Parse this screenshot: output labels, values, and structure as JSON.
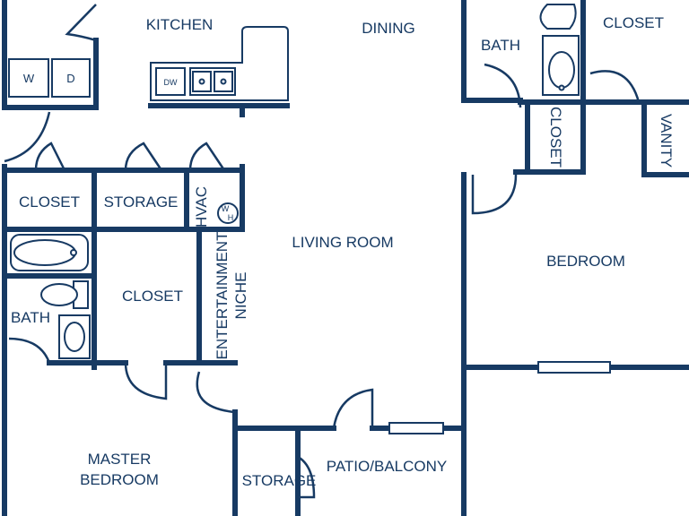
{
  "rooms": {
    "kitchen": "KITCHEN",
    "dining": "DINING",
    "bath_top": "BATH",
    "closet_top": "CLOSET",
    "closet_vertical": "CLOSET",
    "vanity": "VANITY",
    "closet_left": "CLOSET",
    "storage_left": "STORAGE",
    "hvac": "HVAC",
    "living_room": "LIVING ROOM",
    "bedroom": "BEDROOM",
    "entertainment_1": "ENTERTAINMENT",
    "entertainment_2": "NICHE",
    "closet_master": "CLOSET",
    "bath_left": "BATH",
    "master_1": "MASTER",
    "master_2": "BEDROOM",
    "storage_bottom": "STORAGE",
    "patio": "PATIO/BALCONY"
  },
  "fixtures": {
    "washer": "W",
    "dryer": "D",
    "dishwasher": "DW",
    "water_heater_w": "W",
    "water_heater_h": "H"
  }
}
